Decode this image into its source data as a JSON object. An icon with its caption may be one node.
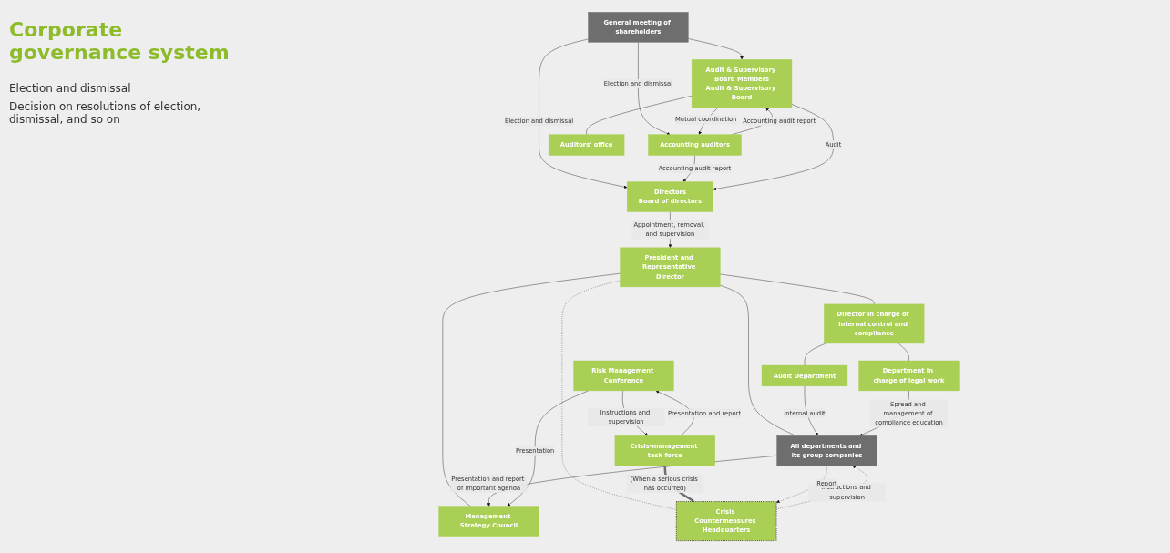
{
  "diagram": {
    "title": "Corporate governance system",
    "nodes": [
      {
        "text": [
          "General meeting of shareholders"
        ]
      },
      {
        "text": [
          "Directors",
          "Board of directors"
        ]
      },
      {
        "text": [
          "Audit & Supervisory Board Members",
          "Audit & Supervisory Board"
        ]
      },
      {
        "text": [
          "Accounting auditors"
        ]
      },
      {
        "text": [
          "Auditors' office"
        ]
      },
      {
        "text": [
          "President and Representative Director"
        ]
      },
      {
        "text": [
          "Director in charge of internal control and compliance"
        ]
      },
      {
        "text": [
          "Audit Department"
        ]
      },
      {
        "text": [
          "Department in charge of legal work"
        ]
      },
      {
        "text": [
          "Management Strategy Council"
        ]
      },
      {
        "text": [
          "Risk Management Conference"
        ]
      },
      {
        "text": [
          "Crisis-management task force"
        ]
      },
      {
        "text": [
          "Crisis Countermeasures Headquarters"
        ]
      },
      {
        "text": [
          "All departments and its group companies"
        ]
      }
    ],
    "edges": [
      {
        "from": 0,
        "to": 1,
        "arrow": "to",
        "label": "Election and dismissal"
      },
      {
        "from": 0,
        "to": 2,
        "arrow": "to"
      },
      {
        "from": 0,
        "to": 3,
        "arrow": "to",
        "label": "Election and dismissal"
      },
      {
        "from": 3,
        "to": 1,
        "arrow": "to",
        "label": "Accounting audit report"
      },
      {
        "from": 3,
        "to": 2,
        "arrow": "to",
        "label": "Accounting audit report"
      },
      {
        "from": 2,
        "to": 1,
        "arrow": "to",
        "label": "Audit"
      },
      {
        "from": 2,
        "to": 3,
        "arrow": "to",
        "label": "Mutual coordination"
      },
      {
        "from": 1,
        "to": 5,
        "arrow": "to",
        "label": "Appointment, removal, and supervision"
      },
      {
        "from": 2,
        "to": 4,
        "arrow": "none"
      },
      {
        "from": 5,
        "to": 6,
        "arrow": "none"
      },
      {
        "from": 5,
        "to": 13,
        "arrow": "none"
      },
      {
        "from": 5,
        "to": 9,
        "arrow": "none"
      },
      {
        "from": 5,
        "to": 12,
        "arrow": "none",
        "style": "dashed"
      },
      {
        "from": 6,
        "to": 7,
        "arrow": "none"
      },
      {
        "from": 6,
        "to": 8,
        "arrow": "none"
      },
      {
        "from": 7,
        "to": 13,
        "arrow": "to",
        "label": "Internal audit"
      },
      {
        "from": 8,
        "to": 13,
        "arrow": "to",
        "label": "Spread and management of compliance education"
      },
      {
        "from": 13,
        "to": 9,
        "arrow": "to",
        "label": "Presentation and report of important agenda"
      },
      {
        "from": 10,
        "to": 9,
        "arrow": "to",
        "label": "Presentation"
      },
      {
        "from": 10,
        "to": 11,
        "arrow": "to",
        "label": "Instructions and supervision"
      },
      {
        "from": 11,
        "to": 10,
        "arrow": "to",
        "label": "Presentation and report"
      },
      {
        "from": 11,
        "to": 12,
        "arrow": "to",
        "label": "(When a serious crisis has occurred)",
        "style": "thick",
        "color": "#707070"
      },
      {
        "from": 12,
        "to": 13,
        "arrow": "to",
        "label": "Instructions and supervision",
        "style": "dashed"
      },
      {
        "from": 13,
        "to": 12,
        "arrow": "to",
        "label": "Report",
        "style": "dashed"
      }
    ],
    "labels": [
      "Election and dismissal",
      "Decision on resolutions of election, dismissal, and so on"
    ]
  }
}
